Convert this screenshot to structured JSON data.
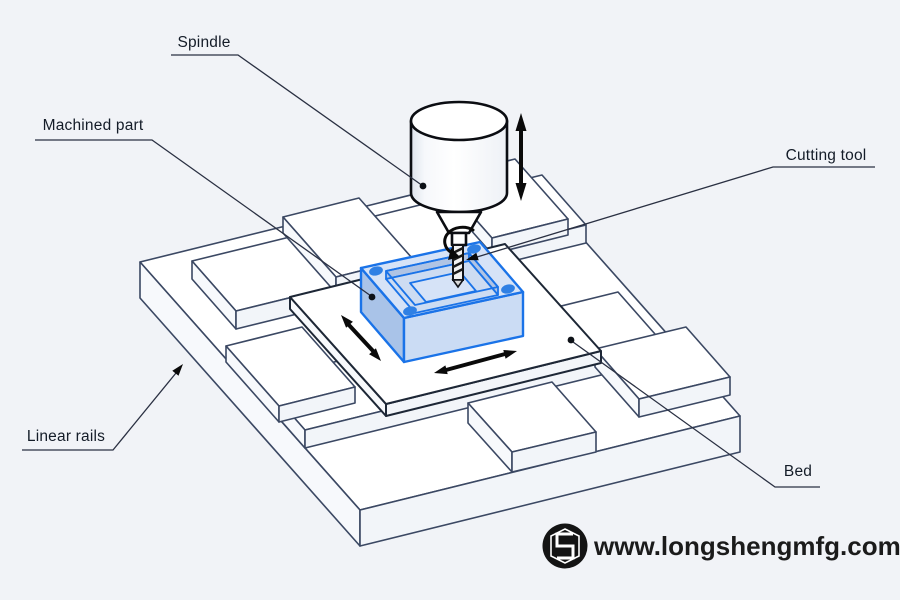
{
  "diagram": {
    "labels": {
      "spindle": "Spindle",
      "machined_part": "Machined part",
      "cutting_tool": "Cutting tool",
      "linear_rails": "Linear rails",
      "bed": "Bed"
    },
    "watermark": {
      "url": "www.longsheng mfg.com",
      "url_text": "www.longshengmfg.com",
      "logo_icon": "longsheng-logo"
    },
    "colors": {
      "background": "#f1f3f7",
      "machine_outline": "#3b4863",
      "table_outline": "#1d2736",
      "spindle_outline": "#0b0d12",
      "part_outline": "#1a73e8",
      "part_top": "#d6e3f7",
      "part_left": "#a9c3e8",
      "part_front": "#cbdcf4",
      "pocket_wall": "#b0c4e4",
      "pocket_floor": "#cddcf2",
      "hole_fill": "#2f80e4",
      "arrow_black": "#0a0a0a",
      "label_text": "#141c28",
      "watermark_text": "#1b1b1b"
    }
  }
}
